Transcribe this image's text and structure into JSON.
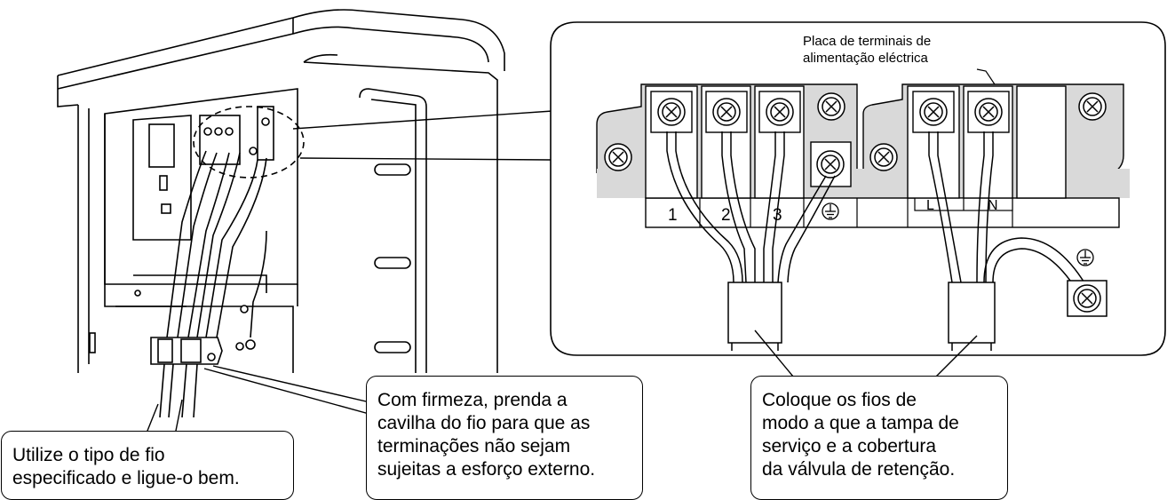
{
  "terminal_board_label": {
    "line1": "Placa de terminais de",
    "line2": "alimentação eléctrica"
  },
  "terminal_numbers": [
    "1",
    "2",
    "3"
  ],
  "power_terminal_labels": [
    "L",
    "N"
  ],
  "callouts": {
    "wire_type": {
      "line1": "Utilize o tipo de fio",
      "line2": "especificado e ligue-o bem."
    },
    "cable_clamp": {
      "line1": "Com firmeza, prenda a",
      "line2": "cavilha do fio para que as",
      "line3": "terminações não sejam",
      "line4": "sujeitas a esforço externo."
    },
    "service_cover": {
      "line1": "Coloque os fios de",
      "line2": "modo a que a tampa de",
      "line3": "serviço e a cobertura",
      "line4": "da válvula de retenção."
    }
  },
  "colors": {
    "line": "#000000",
    "background": "#ffffff",
    "shade": "#d9d9d9"
  }
}
